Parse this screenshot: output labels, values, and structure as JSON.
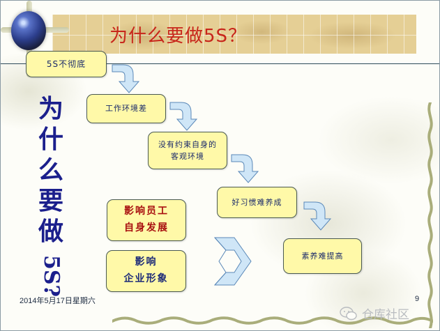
{
  "slide": {
    "title": "为什么要做5S？",
    "vertical_title": [
      "为",
      "什",
      "么",
      "要",
      "做",
      "5S?"
    ],
    "footer": {
      "date": "2014年5月17日星期六",
      "page_number": "9"
    },
    "watermark": "仓库社区"
  },
  "flow": {
    "steps": [
      {
        "label": "5S不彻底"
      },
      {
        "label": "工作环境差"
      },
      {
        "label_lines": [
          "没有约束自身的",
          "客观环境"
        ]
      },
      {
        "label": "好习惯难养成"
      },
      {
        "label": "素养难提高"
      }
    ],
    "impacts": [
      {
        "lines": [
          "影响员工",
          "自身发展"
        ],
        "color": "#a80f0f"
      },
      {
        "lines": [
          "影响",
          "企业形象"
        ],
        "color": "#1c2a78"
      }
    ]
  },
  "colors": {
    "box_fill": "#fff9a8",
    "box_border": "#4a5a52",
    "arrow_fill": "#cfe6f7",
    "arrow_stroke": "#5a88b8",
    "title_red": "#c8261b",
    "vertical_title_blue": "#1b1f8c",
    "title_band": "#e5cf95",
    "vine": "#a9ad7a"
  },
  "icons": {
    "globe": "globe-icon",
    "flow_arrow": "curved-down-arrow-icon",
    "cycle_arrow": "double-headed-bent-arrow-icon",
    "wechat": "wechat-icon"
  }
}
